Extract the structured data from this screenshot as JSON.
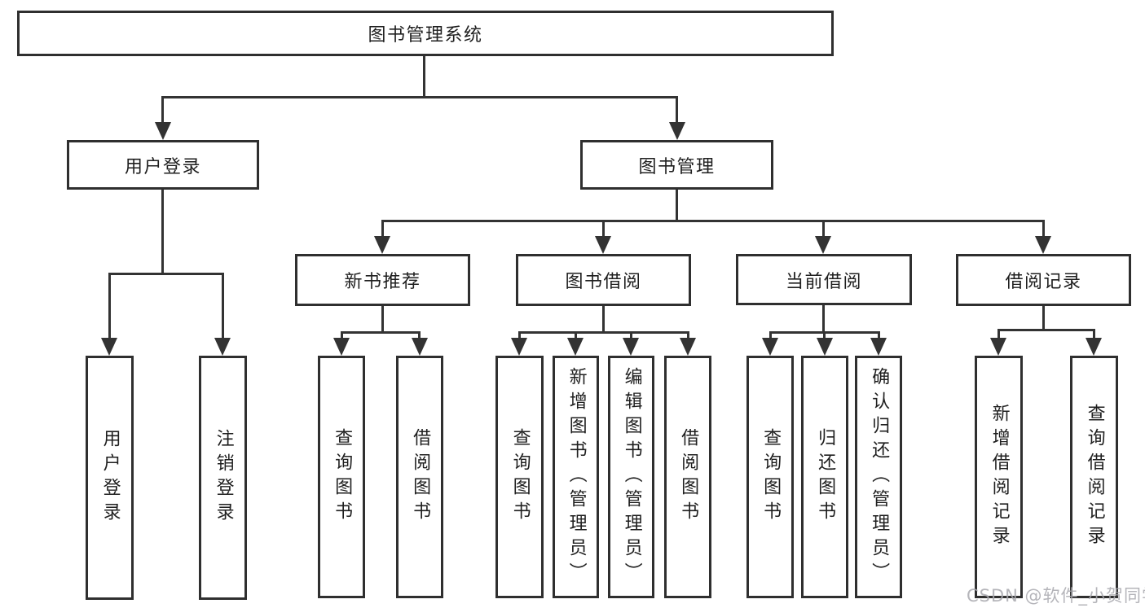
{
  "tree": {
    "root": "图书管理系统",
    "user_login": {
      "label": "用户登录",
      "children": [
        "用户登录",
        "注销登录"
      ]
    },
    "book_management": {
      "label": "图书管理",
      "sections": [
        {
          "label": "新书推荐",
          "children": [
            "查询图书",
            "借阅图书"
          ]
        },
        {
          "label": "图书借阅",
          "children": [
            "查询图书",
            "新增图书（管理员）",
            "编辑图书（管理员）",
            "借阅图书"
          ]
        },
        {
          "label": "当前借阅",
          "children": [
            "查询图书",
            "归还图书",
            "确认归还（管理员）"
          ]
        },
        {
          "label": "借阅记录",
          "children": [
            "新增借阅记录",
            "查询借阅记录"
          ]
        }
      ]
    }
  },
  "watermark": "CSDN @软件_小贺同学",
  "colors": {
    "line": "#333333",
    "box_border": "#2f2f2f",
    "text": "#1f1f1f",
    "watermark": "#a8a8ae",
    "background": "#ffffff"
  }
}
